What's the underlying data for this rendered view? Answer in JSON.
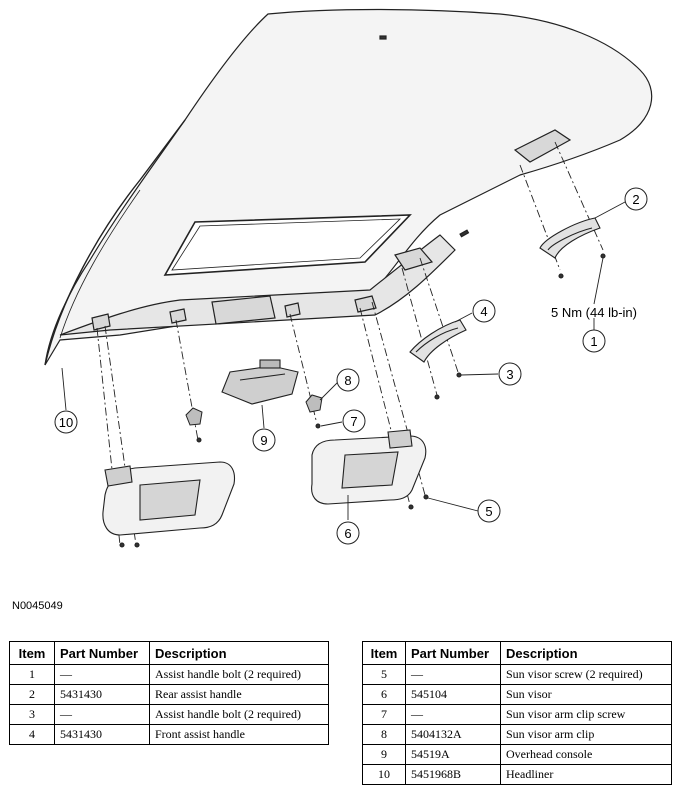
{
  "figure_id": "N0045049",
  "torque_spec": "5 Nm (44 lb-in)",
  "callouts": [
    "1",
    "2",
    "3",
    "4",
    "5",
    "6",
    "7",
    "8",
    "9",
    "10"
  ],
  "table_headers": {
    "item": "Item",
    "part_number": "Part Number",
    "description": "Description"
  },
  "parts_left": [
    {
      "item": "1",
      "part_number": "—",
      "description": "Assist handle bolt (2 required)"
    },
    {
      "item": "2",
      "part_number": "5431430",
      "description": "Rear assist handle"
    },
    {
      "item": "3",
      "part_number": "—",
      "description": "Assist handle bolt (2 required)"
    },
    {
      "item": "4",
      "part_number": "5431430",
      "description": "Front assist handle"
    }
  ],
  "parts_right": [
    {
      "item": "5",
      "part_number": "—",
      "description": "Sun visor screw (2 required)"
    },
    {
      "item": "6",
      "part_number": "545104",
      "description": "Sun visor"
    },
    {
      "item": "7",
      "part_number": "—",
      "description": "Sun visor arm clip screw"
    },
    {
      "item": "8",
      "part_number": "5404132A",
      "description": "Sun visor arm clip"
    },
    {
      "item": "9",
      "part_number": "54519A",
      "description": "Overhead console"
    },
    {
      "item": "10",
      "part_number": "5451968B",
      "description": "Headliner"
    }
  ]
}
